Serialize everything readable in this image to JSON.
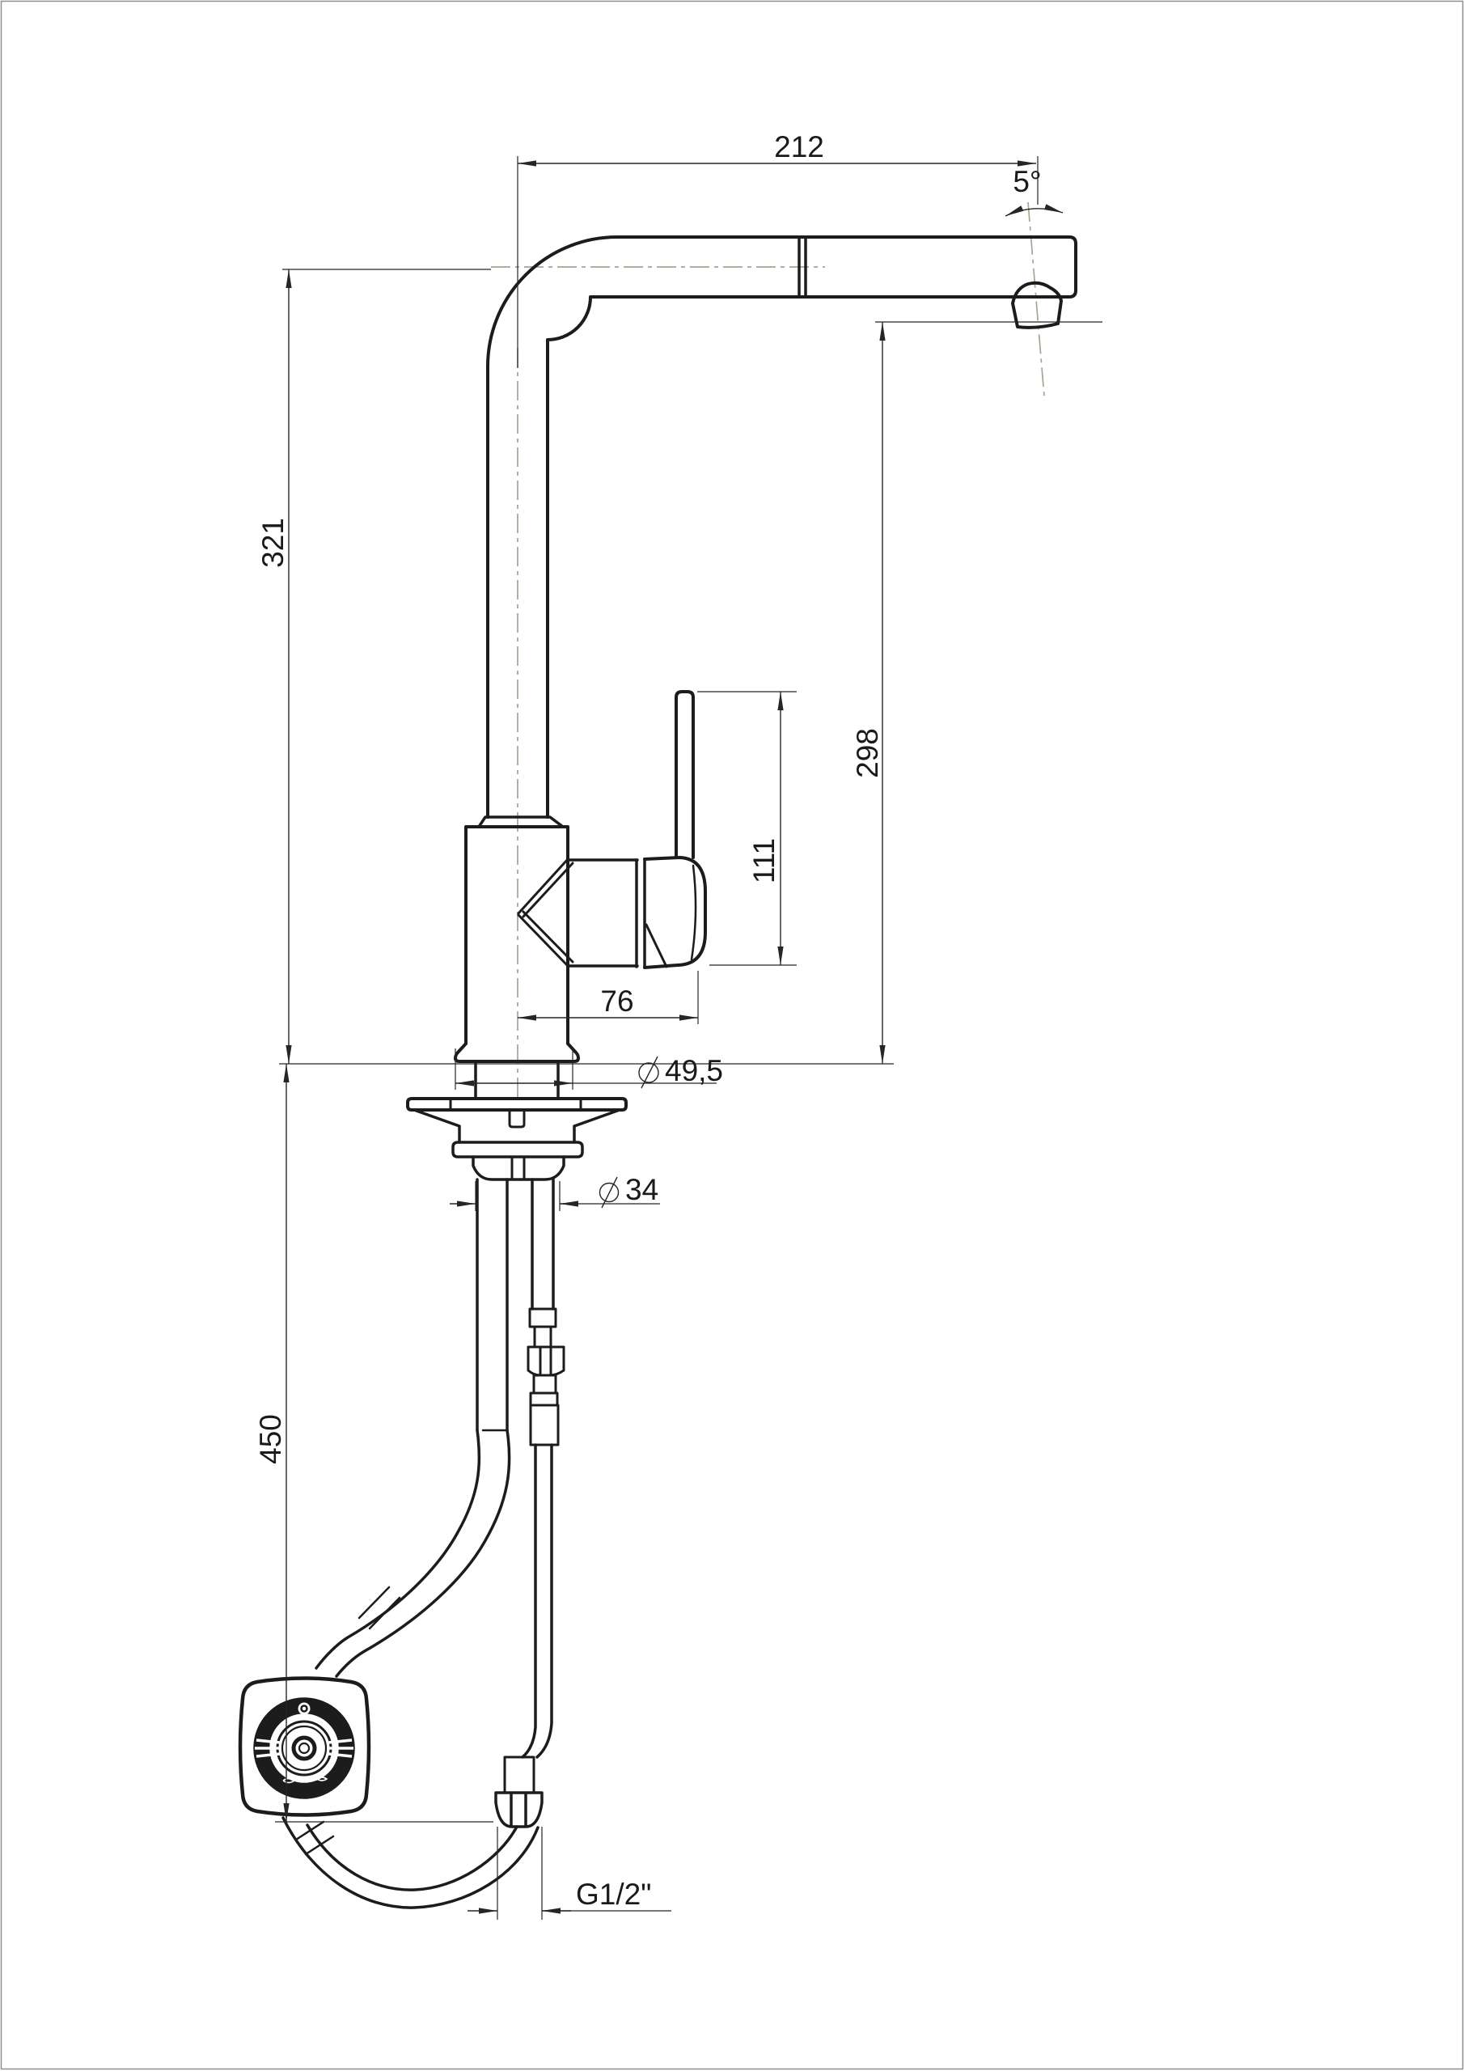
{
  "page": {
    "background": "#ffffff",
    "part_line_color": "#1c1c1c",
    "dimension_line_color": "#262626",
    "centerline_color": "#a9a391"
  },
  "drawing": {
    "type": "technical-dimension-drawing",
    "subject": "single-lever kitchen faucet with pull-out spray",
    "units": "mm",
    "labels": {
      "spout_reach": "212",
      "swivel_angle": "5°",
      "height_spout_axis": "321",
      "height_outlet": "298",
      "handle_length": "111",
      "handle_offset": "76",
      "body_diameter": "49,5",
      "shank_diameter": "34",
      "hose_length": "450",
      "thread": "G1/2\""
    },
    "symbols": {
      "diameter": "⌀"
    }
  }
}
